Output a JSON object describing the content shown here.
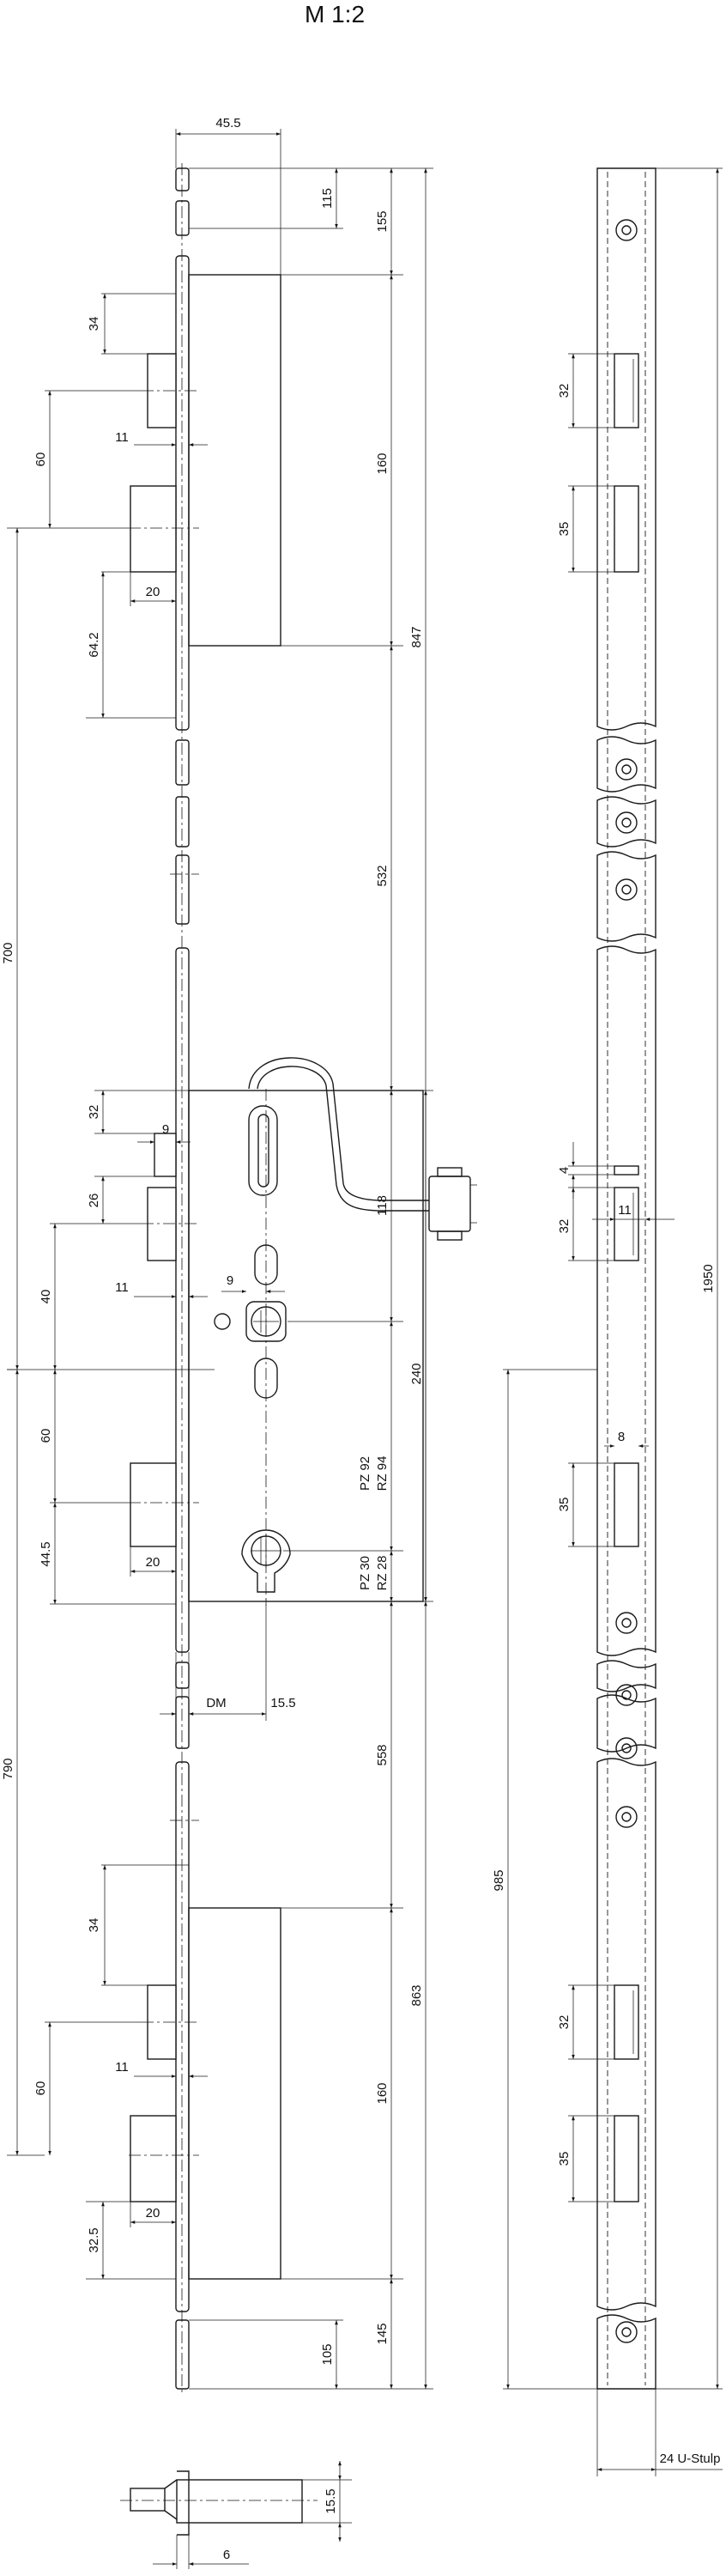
{
  "drawing": {
    "scale_title": "M 1:2",
    "labels": {
      "total_height": "1950",
      "total_height_side": "847",
      "faceplate_width": "45.5",
      "top_115": "115",
      "top_155": "155",
      "d_34_a": "34",
      "d_160_a": "160",
      "d_60_a": "60",
      "d_11_a": "11",
      "d_20_a": "20",
      "d_64_2": "64.2",
      "d_532": "532",
      "d_700": "700",
      "d_32_main": "32",
      "d_9_top": "9",
      "d_26": "26",
      "d_118": "118",
      "d_40": "40",
      "d_11_main": "11",
      "d_9_main": "9",
      "d_240": "240",
      "d_60_b": "60",
      "d_20_b": "20",
      "pz92": "PZ 92",
      "rz94": "RZ 94",
      "d_44_5": "44.5",
      "pz30": "PZ 30",
      "rz28": "RZ 28",
      "dm": "DM",
      "d_15_5": "15.5",
      "d_790": "790",
      "d_558": "558",
      "d_985": "985",
      "d_34_c": "34",
      "d_863": "863",
      "d_60_c": "60",
      "d_11_c": "11",
      "d_160_c": "160",
      "d_32_5": "32.5",
      "d_20_c": "20",
      "d_105": "105",
      "d_145": "145",
      "d_15_5_b": "15.5",
      "d_6": "6",
      "r_32_a": "32",
      "r_35_a": "35",
      "r_4": "4",
      "r_11": "11",
      "r_32_b": "32",
      "r_8": "8",
      "r_35_b": "35",
      "r_32_c": "32",
      "r_35_c": "35",
      "u_stulp": "24 U-Stulp"
    }
  }
}
